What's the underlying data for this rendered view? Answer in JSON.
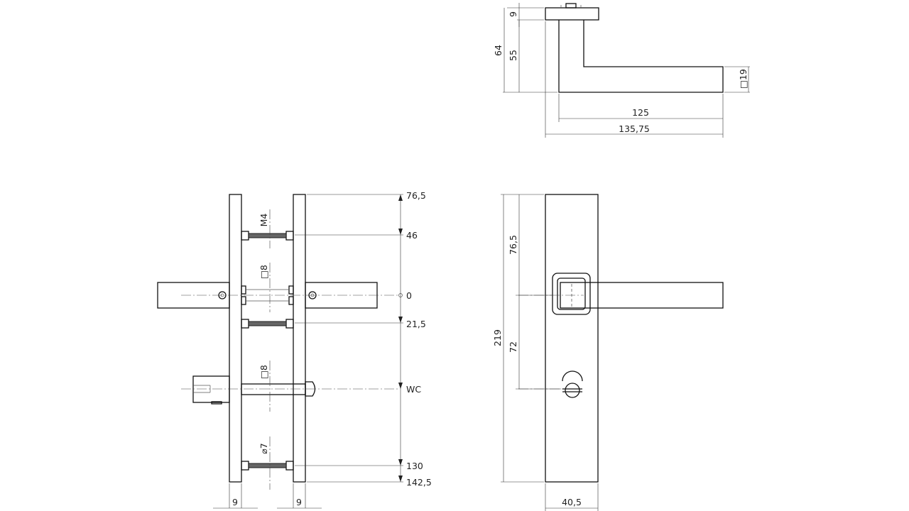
{
  "top_view": {
    "dim_9": "9",
    "dim_64": "64",
    "dim_55": "55",
    "dim_19": "□19",
    "dim_125": "125",
    "dim_135_75": "135,75"
  },
  "side_view": {
    "level_76_5": "76,5",
    "level_46": "46",
    "level_0": "0",
    "level_21_5": "21,5",
    "level_wc": "WC",
    "level_130": "130",
    "level_142_5": "142,5",
    "thread_m4": "M4",
    "spindle_8_upper": "□8",
    "spindle_8_lower": "□8",
    "dia_7": "⌀7",
    "plate_thickness_left": "9",
    "plate_thickness_right": "9"
  },
  "front_view": {
    "dim_219": "219",
    "dim_76_5": "76,5",
    "dim_72": "72",
    "dim_40_5": "40,5"
  }
}
